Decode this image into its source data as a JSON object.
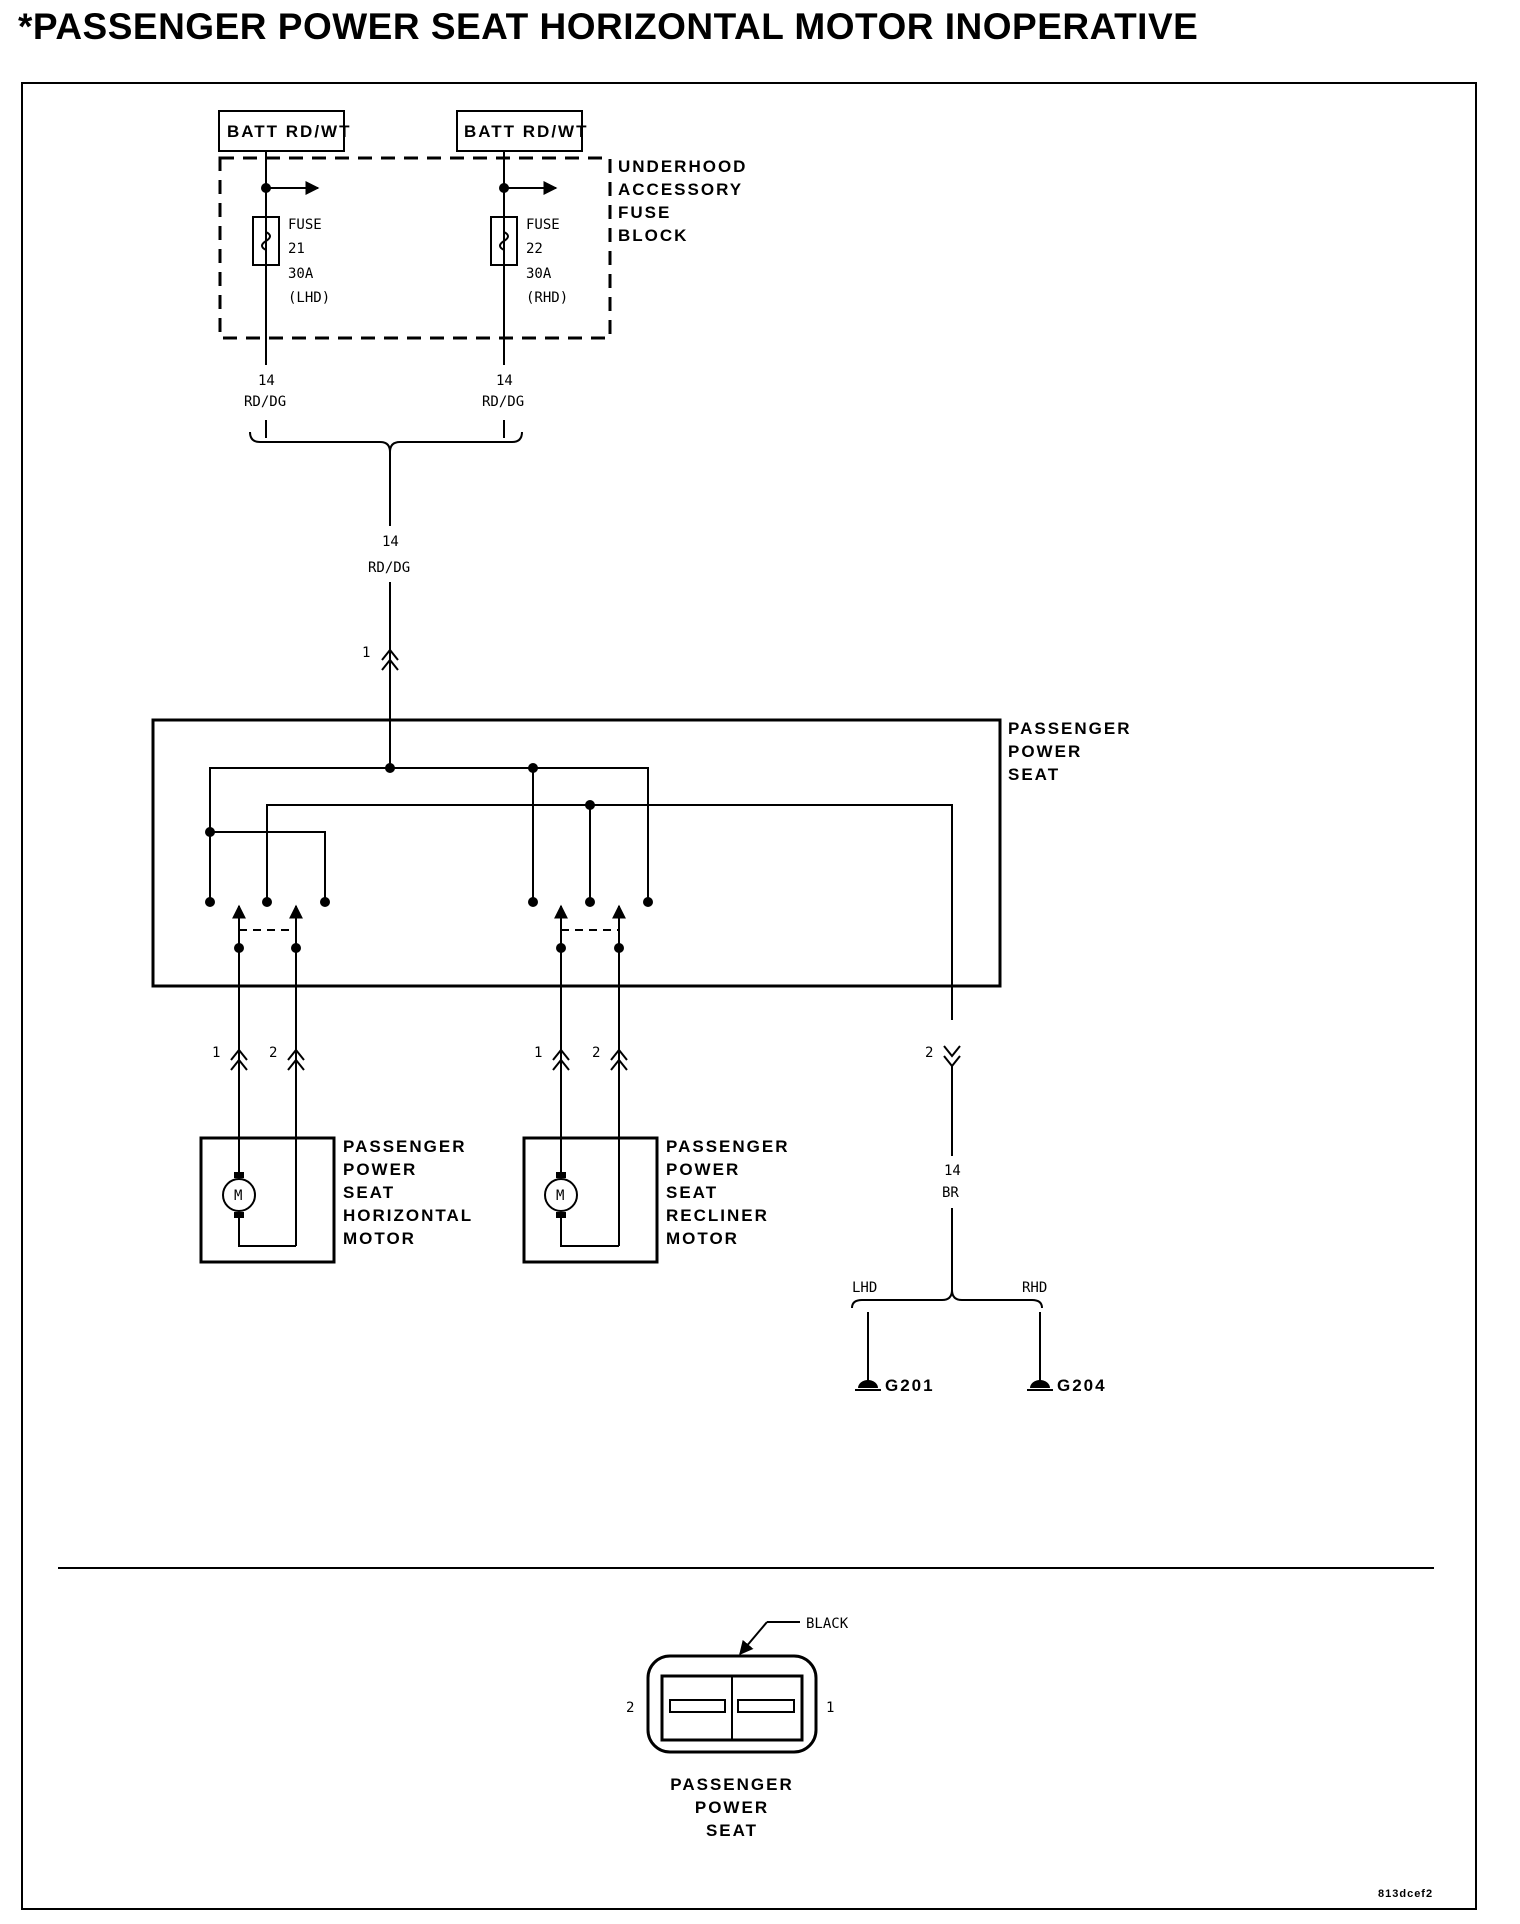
{
  "title": "*PASSENGER POWER SEAT HORIZONTAL MOTOR INOPERATIVE",
  "fuse_block": {
    "label": [
      "UNDERHOOD",
      "ACCESSORY",
      "FUSE",
      "BLOCK"
    ],
    "feeds": [
      {
        "source": "BATT RD/WT",
        "fuse": [
          "FUSE",
          "21",
          "30A",
          "(LHD)"
        ],
        "gauge": "14",
        "color": "RD/DG"
      },
      {
        "source": "BATT RD/WT",
        "fuse": [
          "FUSE",
          "22",
          "30A",
          "(RHD)"
        ],
        "gauge": "14",
        "color": "RD/DG"
      }
    ]
  },
  "main_feed": {
    "gauge": "14",
    "color": "RD/DG",
    "pin": "1"
  },
  "seat_module": {
    "label": [
      "PASSENGER",
      "POWER",
      "SEAT"
    ]
  },
  "motors": [
    {
      "label": [
        "PASSENGER",
        "POWER",
        "SEAT",
        "HORIZONTAL",
        "MOTOR"
      ],
      "pins": [
        "1",
        "2"
      ],
      "symbol": "M"
    },
    {
      "label": [
        "PASSENGER",
        "POWER",
        "SEAT",
        "RECLINER",
        "MOTOR"
      ],
      "pins": [
        "1",
        "2"
      ],
      "symbol": "M"
    }
  ],
  "ground_circuit": {
    "pin": "2",
    "gauge": "14",
    "color": "BR",
    "branches": [
      {
        "option": "LHD",
        "ground": "G201"
      },
      {
        "option": "RHD",
        "ground": "G204"
      }
    ]
  },
  "connector_view": {
    "color_label": "BLACK",
    "pin_left": "2",
    "pin_right": "1",
    "label": [
      "PASSENGER",
      "POWER",
      "SEAT"
    ]
  },
  "figure_id": "813dcef2"
}
